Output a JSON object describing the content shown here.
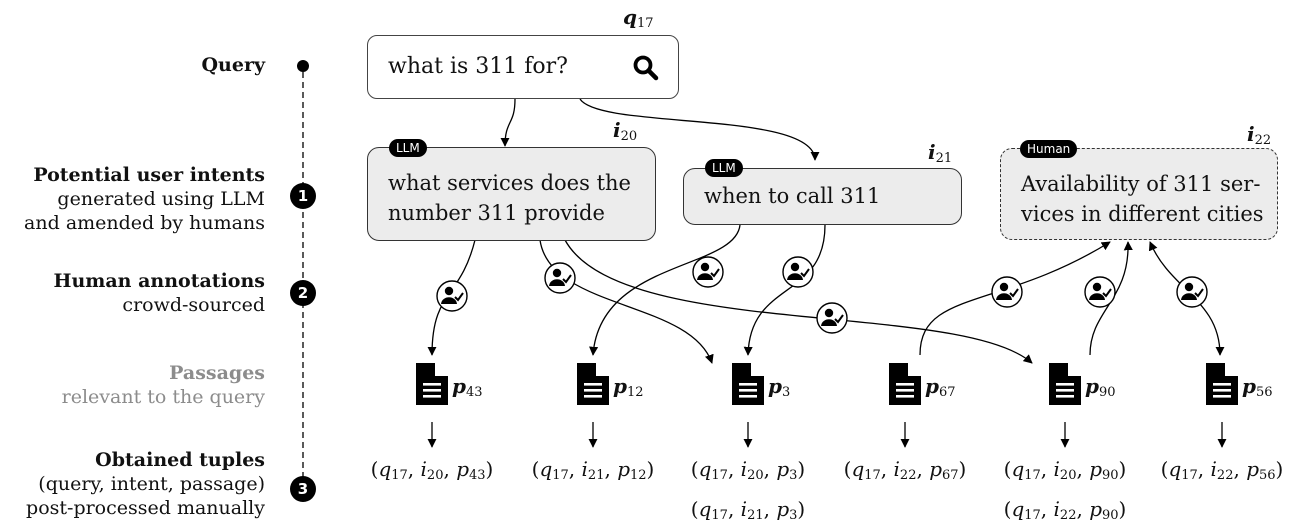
{
  "stages": [
    {
      "title": "Query",
      "lines": []
    },
    {
      "title": "Potential user intents",
      "lines": [
        "generated using LLM",
        "and amended by humans"
      ],
      "step": "1"
    },
    {
      "title": "Human annotations",
      "lines": [
        "crowd-sourced"
      ],
      "step": "2"
    },
    {
      "title": "Passages",
      "lines": [
        "relevant to the query"
      ]
    },
    {
      "title": "Obtained tuples",
      "lines": [
        "(query, intent, passage)",
        "post-processed manually"
      ],
      "step": "3"
    }
  ],
  "query": {
    "label": "q",
    "label_sub": "17",
    "text": "what is 311 for?",
    "icon": "search-icon"
  },
  "intents": [
    {
      "label": "i",
      "label_sub": "20",
      "tag": "LLM",
      "line1": "what services does the",
      "line2": "number 311 provide"
    },
    {
      "label": "i",
      "label_sub": "21",
      "tag": "LLM",
      "line1": "when to call 311",
      "line2": ""
    },
    {
      "label": "i",
      "label_sub": "22",
      "tag": "Human",
      "line1": "Availability of 311 ser-",
      "line2": "vices in different cities"
    }
  ],
  "passages": [
    {
      "label": "p",
      "sub": "43",
      "icon": "document-icon"
    },
    {
      "label": "p",
      "sub": "12",
      "icon": "document-icon"
    },
    {
      "label": "p",
      "sub": "3",
      "icon": "document-icon"
    },
    {
      "label": "p",
      "sub": "67",
      "icon": "document-icon"
    },
    {
      "label": "p",
      "sub": "90",
      "icon": "document-icon"
    },
    {
      "label": "p",
      "sub": "56",
      "icon": "document-icon"
    }
  ],
  "tuples": [
    [
      "q|17",
      "i|20",
      "p|43"
    ],
    [
      "q|17",
      "i|21",
      "p|12"
    ],
    [
      "q|17",
      "i|20",
      "p|3"
    ],
    [
      "q|17",
      "i|21",
      "p|3"
    ],
    [
      "q|17",
      "i|22",
      "p|67"
    ],
    [
      "q|17",
      "i|20",
      "p|90"
    ],
    [
      "q|17",
      "i|22",
      "p|90"
    ],
    [
      "q|17",
      "i|22",
      "p|56"
    ]
  ],
  "annotator_icon": "user-check-icon"
}
